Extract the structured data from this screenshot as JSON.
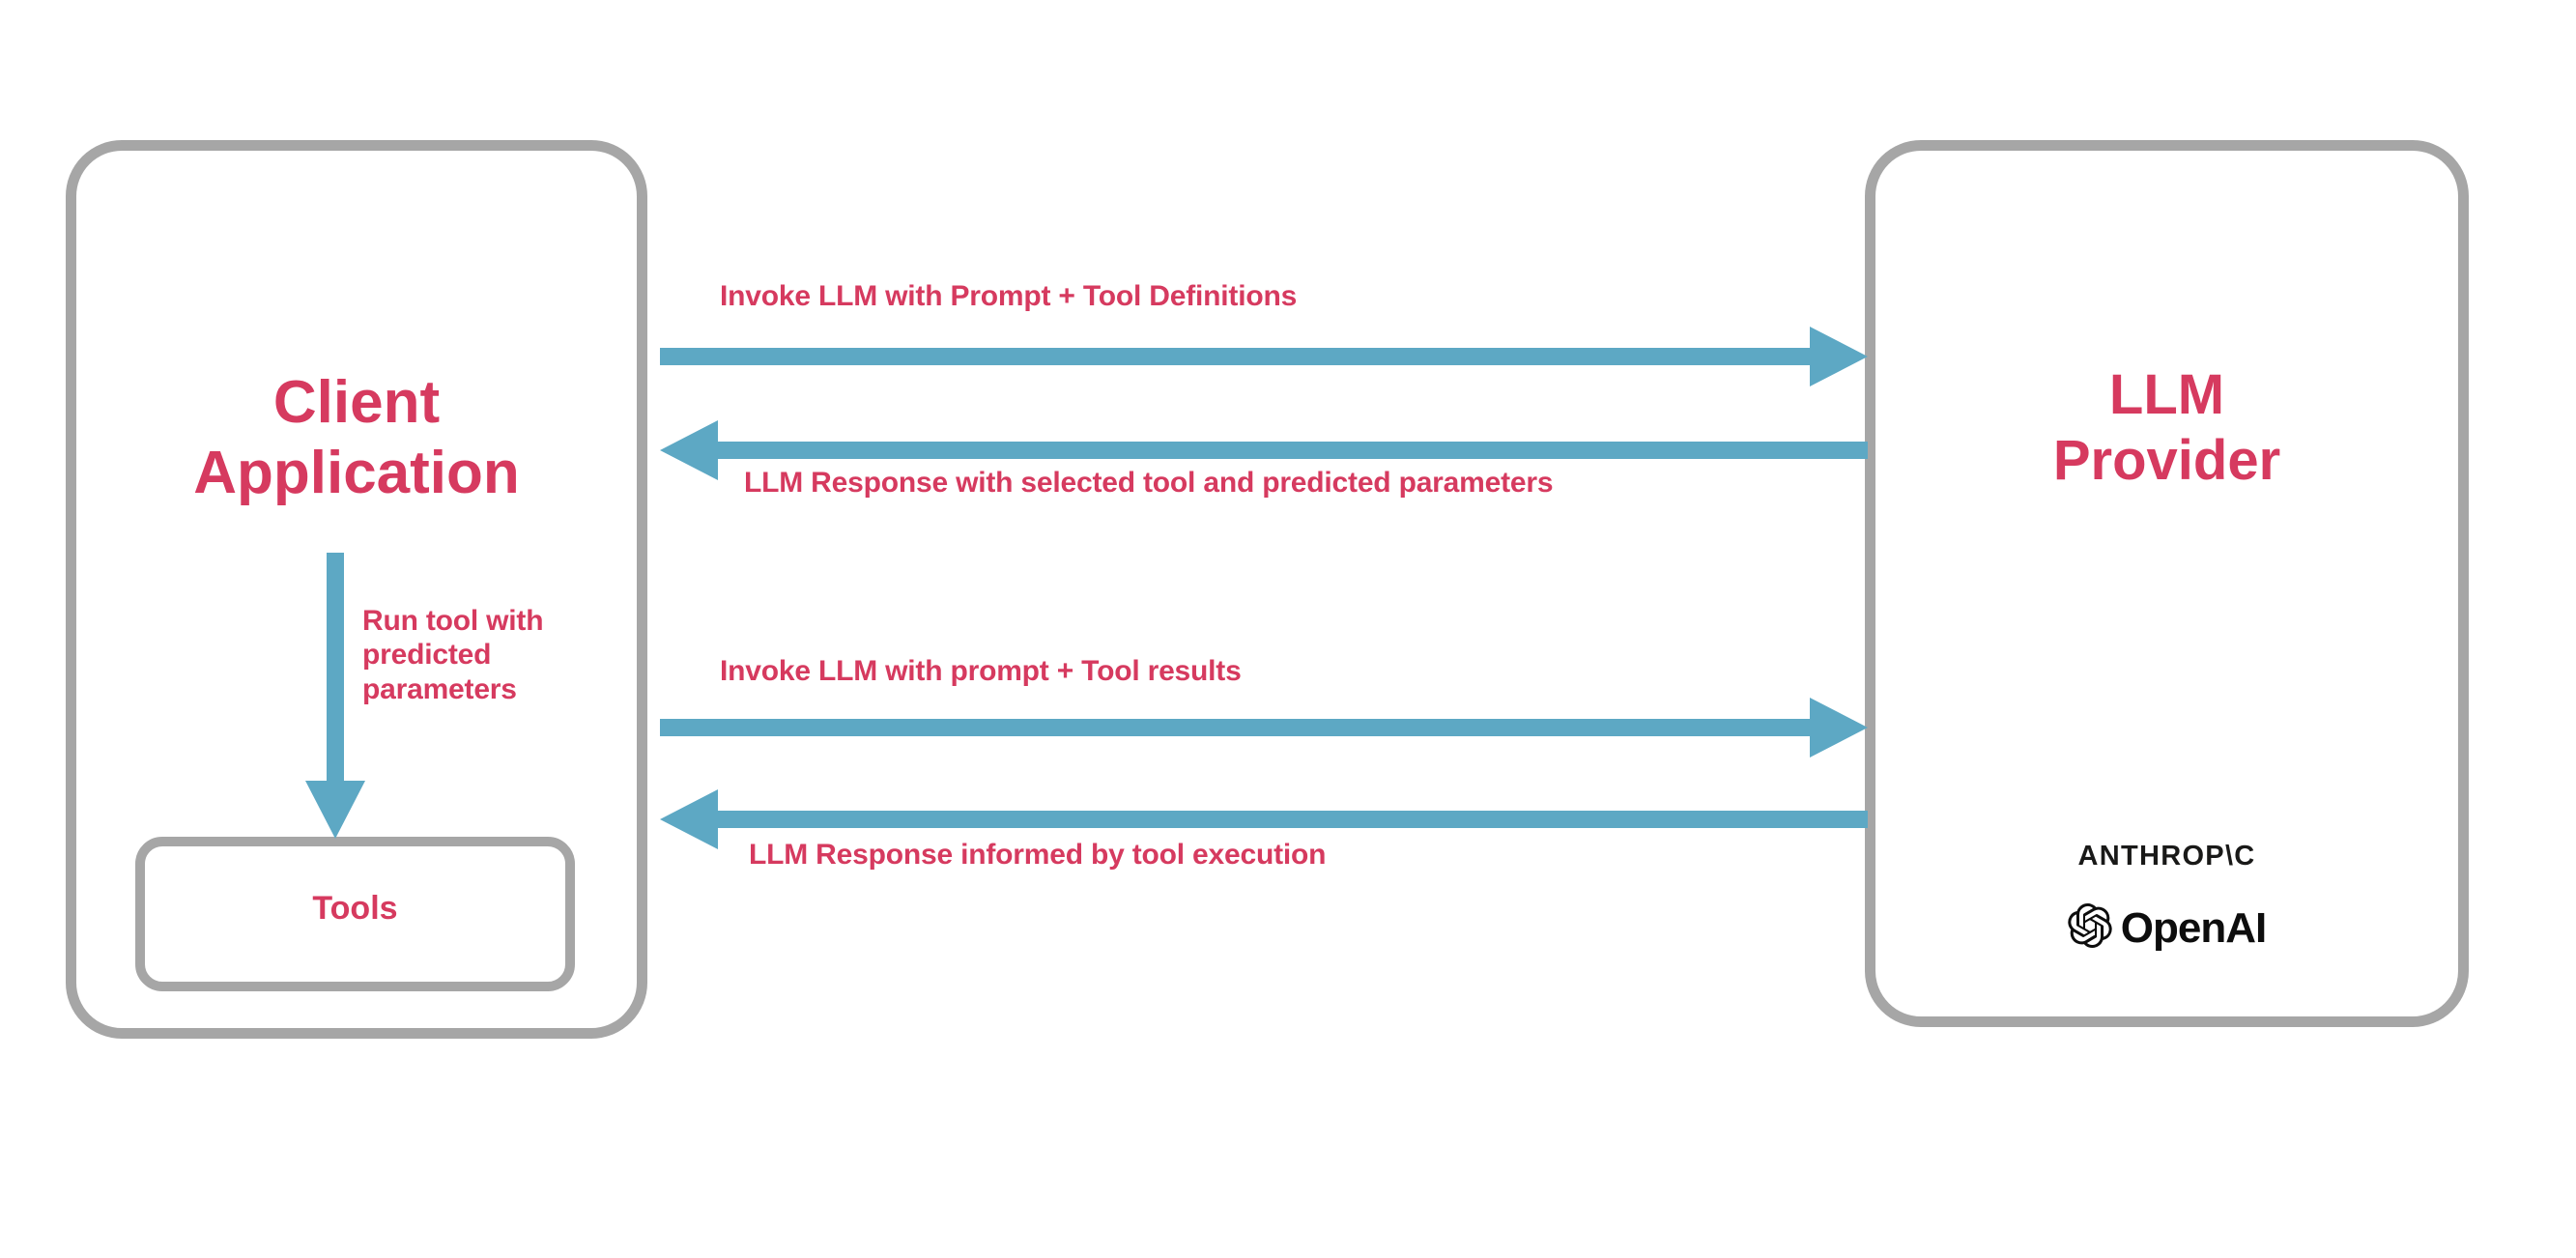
{
  "diagram": {
    "title": "LLM tool-calling interaction flow",
    "background_color": "#ffffff",
    "colors": {
      "accent_text": "#d63a5f",
      "box_border": "#a6a6a6",
      "arrow": "#5da8c4",
      "logo": "#0d0d0d"
    }
  },
  "client": {
    "title": "Client\nApplication",
    "tools_label": "Tools"
  },
  "provider": {
    "title": "LLM\nProvider",
    "logos": [
      {
        "name": "anthropic-logo",
        "text": "ANTHROP\\C"
      },
      {
        "name": "openai-logo",
        "text": "OpenAI"
      }
    ]
  },
  "flows": [
    {
      "id": "invoke-llm-with-prompt-and-tool-definitions",
      "label": "Invoke LLM with Prompt + Tool Definitions",
      "direction": "client-to-provider"
    },
    {
      "id": "llm-response-with-selected-tool",
      "label": "LLM Response with selected tool and predicted parameters",
      "direction": "provider-to-client"
    },
    {
      "id": "run-tool-with-predicted-parameters",
      "label": "Run tool with\npredicted\nparameters",
      "direction": "client-to-tools"
    },
    {
      "id": "invoke-llm-with-prompt-and-tool-results",
      "label": "Invoke LLM with prompt + Tool results",
      "direction": "client-to-provider"
    },
    {
      "id": "llm-response-informed-by-tool-execution",
      "label": "LLM Response informed by tool execution",
      "direction": "provider-to-client"
    }
  ]
}
